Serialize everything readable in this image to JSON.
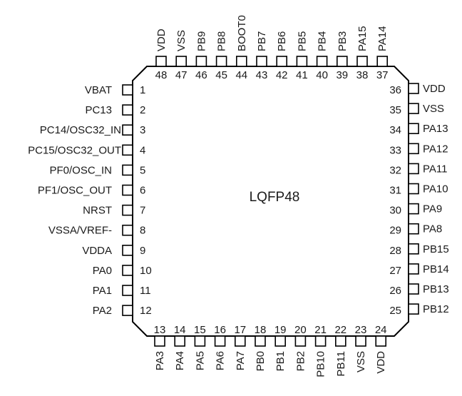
{
  "package": {
    "name": "LQFP48",
    "pins_per_side": 12
  },
  "pins": {
    "left": [
      {
        "num": "1",
        "label": "VBAT"
      },
      {
        "num": "2",
        "label": "PC13"
      },
      {
        "num": "3",
        "label": "PC14/OSC32_IN"
      },
      {
        "num": "4",
        "label": "PC15/OSC32_OUT"
      },
      {
        "num": "5",
        "label": "PF0/OSC_IN"
      },
      {
        "num": "6",
        "label": "PF1/OSC_OUT"
      },
      {
        "num": "7",
        "label": "NRST"
      },
      {
        "num": "8",
        "label": "VSSA/VREF-"
      },
      {
        "num": "9",
        "label": "VDDA"
      },
      {
        "num": "10",
        "label": "PA0"
      },
      {
        "num": "11",
        "label": "PA1"
      },
      {
        "num": "12",
        "label": "PA2"
      }
    ],
    "bottom": [
      {
        "num": "13",
        "label": "PA3"
      },
      {
        "num": "14",
        "label": "PA4"
      },
      {
        "num": "15",
        "label": "PA5"
      },
      {
        "num": "16",
        "label": "PA6"
      },
      {
        "num": "17",
        "label": "PA7"
      },
      {
        "num": "18",
        "label": "PB0"
      },
      {
        "num": "19",
        "label": "PB1"
      },
      {
        "num": "20",
        "label": "PB2"
      },
      {
        "num": "21",
        "label": "PB10"
      },
      {
        "num": "22",
        "label": "PB11"
      },
      {
        "num": "23",
        "label": "VSS"
      },
      {
        "num": "24",
        "label": "VDD"
      }
    ],
    "right": [
      {
        "num": "25",
        "label": "PB12"
      },
      {
        "num": "26",
        "label": "PB13"
      },
      {
        "num": "27",
        "label": "PB14"
      },
      {
        "num": "28",
        "label": "PB15"
      },
      {
        "num": "29",
        "label": "PA8"
      },
      {
        "num": "30",
        "label": "PA9"
      },
      {
        "num": "31",
        "label": "PA10"
      },
      {
        "num": "32",
        "label": "PA11"
      },
      {
        "num": "33",
        "label": "PA12"
      },
      {
        "num": "34",
        "label": "PA13"
      },
      {
        "num": "35",
        "label": "VSS"
      },
      {
        "num": "36",
        "label": "VDD"
      }
    ],
    "top": [
      {
        "num": "37",
        "label": "PA14"
      },
      {
        "num": "38",
        "label": "PA15"
      },
      {
        "num": "39",
        "label": "PB3"
      },
      {
        "num": "40",
        "label": "PB4"
      },
      {
        "num": "41",
        "label": "PB5"
      },
      {
        "num": "42",
        "label": "PB6"
      },
      {
        "num": "43",
        "label": "PB7"
      },
      {
        "num": "44",
        "label": "BOOT0"
      },
      {
        "num": "45",
        "label": "PB8"
      },
      {
        "num": "46",
        "label": "PB9"
      },
      {
        "num": "47",
        "label": "VSS"
      },
      {
        "num": "48",
        "label": "VDD"
      }
    ]
  }
}
